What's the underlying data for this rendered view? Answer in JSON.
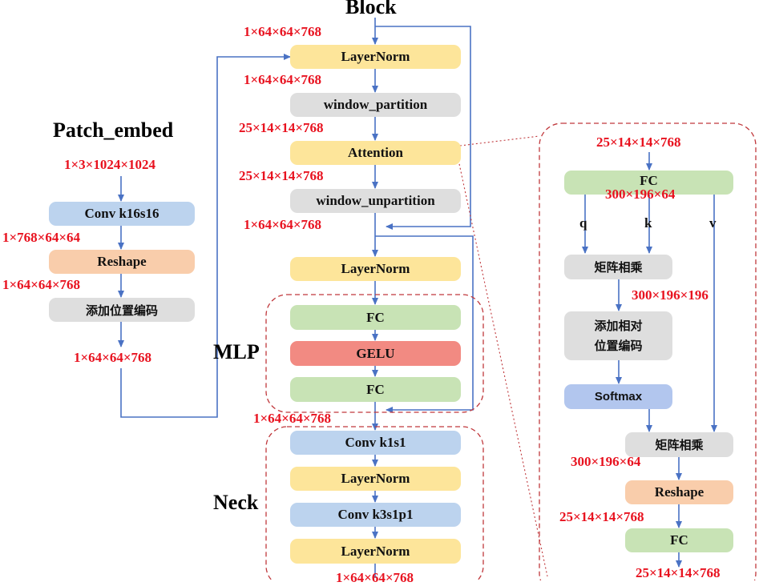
{
  "titles": {
    "block": "Block",
    "patch_embed": "Patch_embed",
    "mlp": "MLP",
    "neck": "Neck"
  },
  "patch_embed": {
    "input_dim": "1×3×1024×1024",
    "conv": "Conv k16s16",
    "conv_out": "1×768×64×64",
    "reshape": "Reshape",
    "reshape_out": "1×64×64×768",
    "pos_embed": "添加位置编码",
    "output_dim": "1×64×64×768"
  },
  "block": {
    "input_dim": "1×64×64×768",
    "layernorm1": "LayerNorm",
    "ln1_out": "1×64×64×768",
    "window_partition": "window_partition",
    "wp_out": "25×14×14×768",
    "attention": "Attention",
    "attn_out": "25×14×14×768",
    "window_unpartition": "window_unpartition",
    "wu_out": "1×64×64×768",
    "layernorm2": "LayerNorm",
    "mlp_fc1": "FC",
    "mlp_gelu": "GELU",
    "mlp_fc2": "FC",
    "mlp_out": "1×64×64×768"
  },
  "neck": {
    "conv1": "Conv k1s1",
    "ln1": "LayerNorm",
    "conv2": "Conv k3s1p1",
    "ln2": "LayerNorm",
    "output_dim": "1×64×64×768"
  },
  "attention_detail": {
    "input_dim": "25×14×14×768",
    "fc": "FC",
    "fc_out": "300×196×64",
    "q": "q",
    "k": "k",
    "v": "v",
    "matmul1": "矩阵相乘",
    "matmul1_out": "300×196×196",
    "rel_pos_line1": "添加相对",
    "rel_pos_line2": "位置编码",
    "softmax": "Softmax",
    "matmul2": "矩阵相乘",
    "matmul2_out": "300×196×64",
    "reshape": "Reshape",
    "reshape_out": "25×14×14×768",
    "fc2": "FC",
    "output_dim": "25×14×14×768"
  },
  "colors": {
    "arrow": "#4a72c4",
    "dim_text": "#e8121f",
    "dashed_border": "#c0383c",
    "layernorm": "#fde59a",
    "gray_box": "#dedede",
    "fc": "#c8e3b5",
    "gelu": "#f28a82",
    "conv": "#bcd3ee",
    "reshape": "#f9cdab",
    "softmax": "#b2c6ee"
  }
}
